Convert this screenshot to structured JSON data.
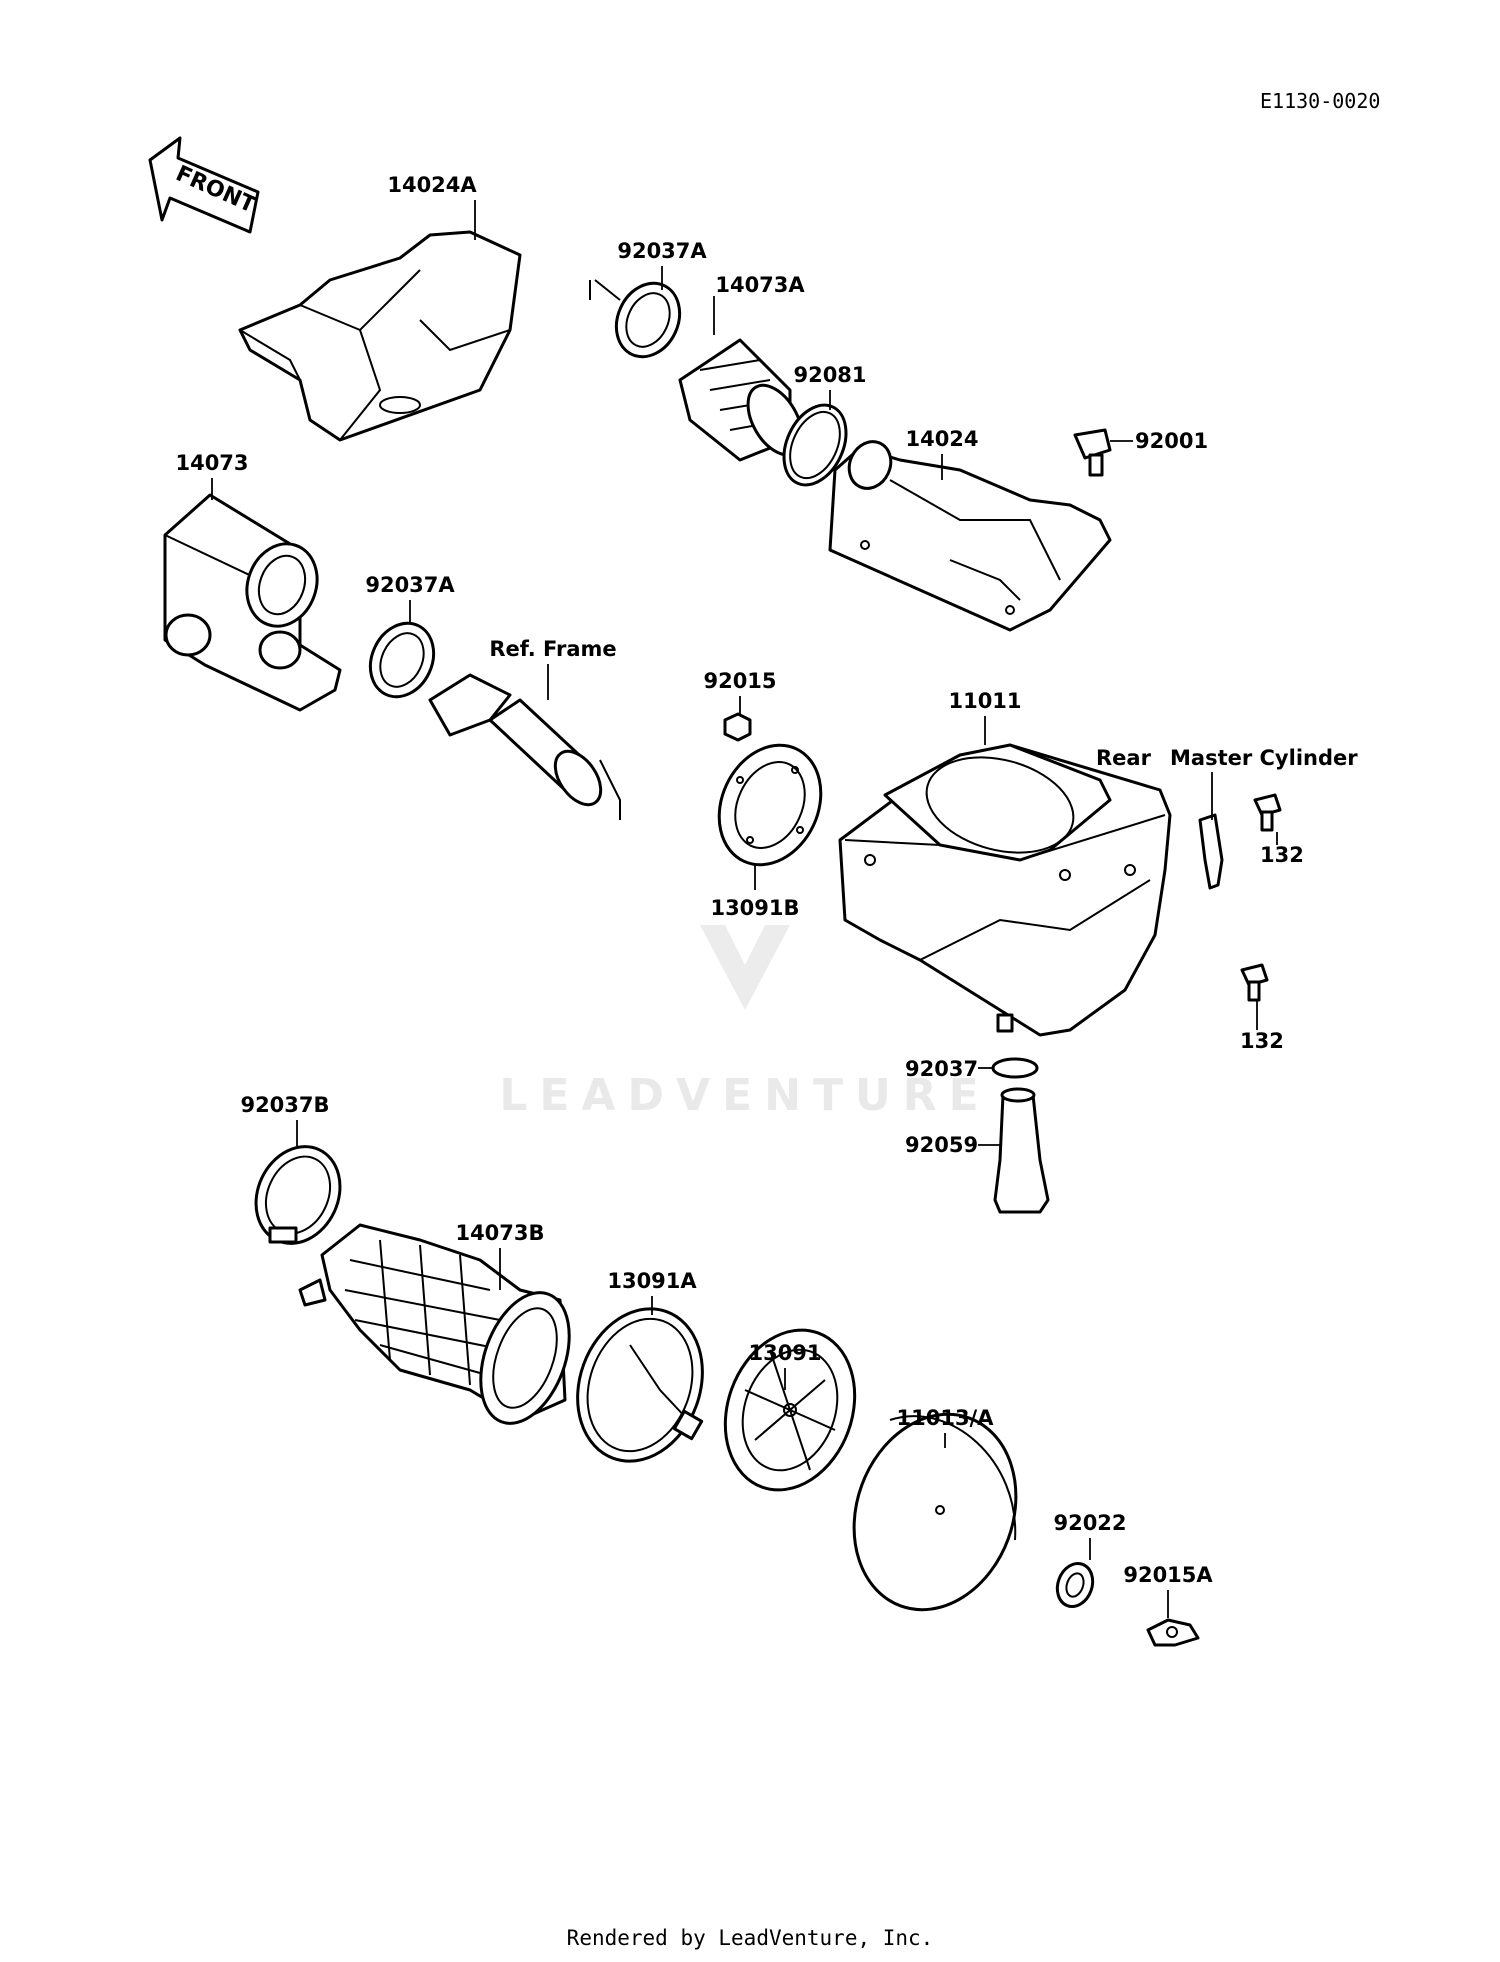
{
  "diagram_code": "E1130-0020",
  "front_arrow_label": "FRONT",
  "watermark": "LEADVENTURE",
  "footer": "Rendered by LeadVenture, Inc.",
  "labels": {
    "p14024A": "14024A",
    "p92037A_top": "92037A",
    "p14073A": "14073A",
    "p92081": "92081",
    "p14024": "14024",
    "p92001": "92001",
    "p14073": "14073",
    "p92037A_mid": "92037A",
    "ref_frame": "Ref. Frame",
    "p92015": "92015",
    "p11011": "11011",
    "rear_master_cylinder_1": "Rear",
    "rear_master_cylinder_2": "Master Cylinder",
    "p132_a": "132",
    "p132_b": "132",
    "p13091B": "13091B",
    "p92037": "92037",
    "p92059": "92059",
    "p92037B": "92037B",
    "p14073B": "14073B",
    "p13091A": "13091A",
    "p13091": "13091",
    "p11013A": "11013/A",
    "p92022": "92022",
    "p92015A": "92015A"
  }
}
